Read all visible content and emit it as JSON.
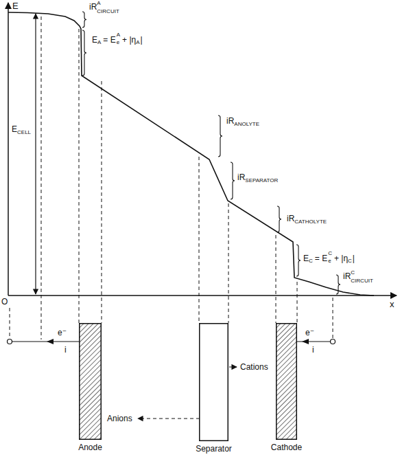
{
  "diagram": {
    "nodes": [
      {
        "text": [
          "Anode"
        ]
      },
      {
        "text": [
          "Separator"
        ]
      },
      {
        "text": [
          "Cathode"
        ]
      }
    ],
    "labels": [
      "E",
      "x",
      "O",
      "iR",
      "A",
      "CIRCUIT",
      "E",
      "A",
      "= E",
      "e",
      "A",
      "+ |η",
      "A",
      "|",
      "iR",
      "ANOLYTE",
      "iR",
      "SEPARATOR",
      "iR",
      "CATHOLYTE",
      "E",
      "C",
      "= E",
      "e",
      "C",
      "+ |η",
      "C",
      "|",
      "iR",
      "C",
      "CIRCUIT",
      "E",
      "CELL",
      "e⁻",
      "i",
      "e⁻",
      "i",
      "Cations",
      "Anions"
    ]
  }
}
